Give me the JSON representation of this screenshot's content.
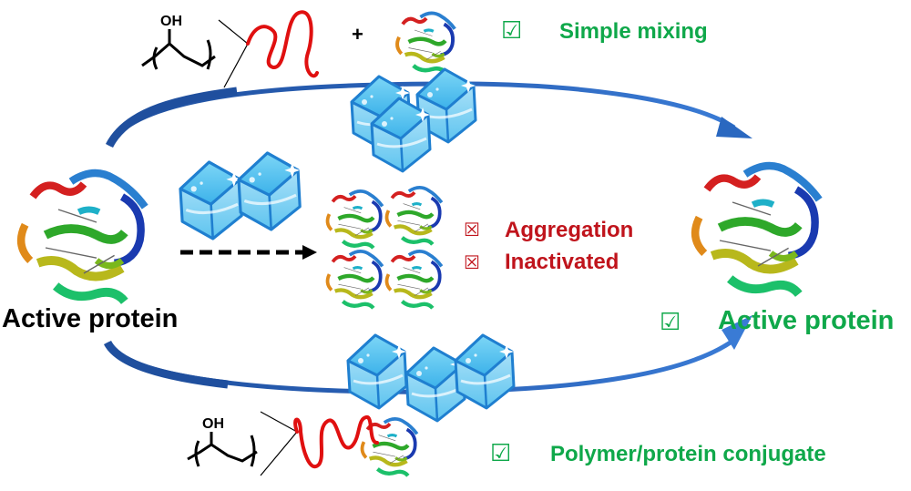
{
  "colors": {
    "green": "#0fa84a",
    "red": "#c0141c",
    "arrow_blue_dark": "#1f4f9e",
    "arrow_blue_light": "#3a7bd5",
    "ice_fill": "#5ec8f0",
    "ice_edge": "#1f7fd0",
    "polymer_red": "#e01010"
  },
  "labels": {
    "left_protein": "Active protein",
    "right_protein": "Active protein",
    "simple_mixing": "Simple mixing",
    "aggregation": "Aggregation",
    "inactivated": "Inactivated",
    "conjugate": "Polymer/protein conjugate",
    "plus": "+",
    "oh_top": "OH",
    "oh_bottom": "OH"
  },
  "icons": {
    "check": "☑",
    "cross": "☒"
  },
  "pathways": [
    {
      "name": "top",
      "description": "Simple mixing of polymer with protein through freezing",
      "outcome": "success"
    },
    {
      "name": "middle",
      "description": "Direct freezing of protein",
      "outcome": "failure"
    },
    {
      "name": "bottom",
      "description": "Polymer/protein conjugate through freezing",
      "outcome": "success"
    }
  ]
}
